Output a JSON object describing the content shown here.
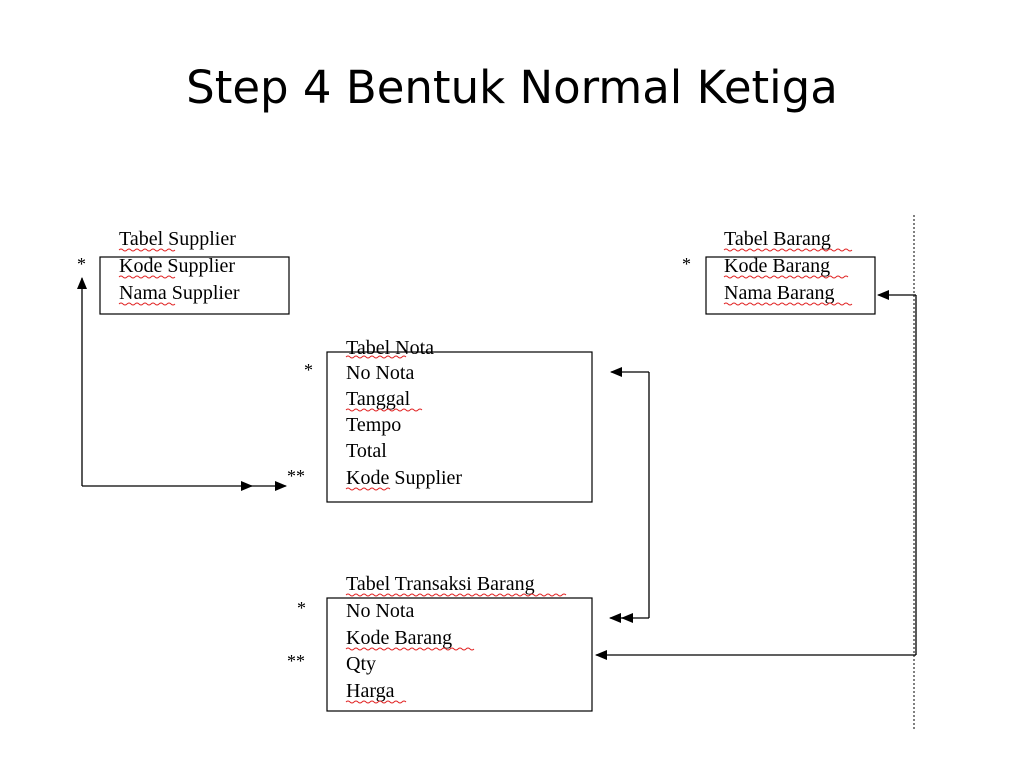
{
  "slide": {
    "title": "Step 4 Bentuk Normal Ketiga"
  },
  "tables": {
    "supplier": {
      "header": "Tabel Supplier",
      "fields": [
        "Kode Supplier",
        "Nama Supplier"
      ],
      "key_marks": [
        "*",
        ""
      ]
    },
    "barang": {
      "header": "Tabel Barang",
      "fields": [
        "Kode Barang",
        "Nama Barang"
      ],
      "key_marks": [
        "*",
        ""
      ]
    },
    "nota": {
      "header": "Tabel Nota",
      "fields": [
        "No Nota",
        "Tanggal",
        "Tempo",
        "Total",
        "Kode Supplier"
      ],
      "key_marks": [
        "*",
        "",
        "",
        "",
        "**"
      ]
    },
    "transaksi": {
      "header": "Tabel Transaksi Barang",
      "fields": [
        "No Nota",
        "Kode Barang",
        "Qty",
        "Harga"
      ],
      "key_marks": [
        "*",
        "",
        "**",
        ""
      ]
    }
  },
  "colors": {
    "text": "#000000",
    "spellcheck_underline": "#e02020",
    "background": "#ffffff"
  }
}
